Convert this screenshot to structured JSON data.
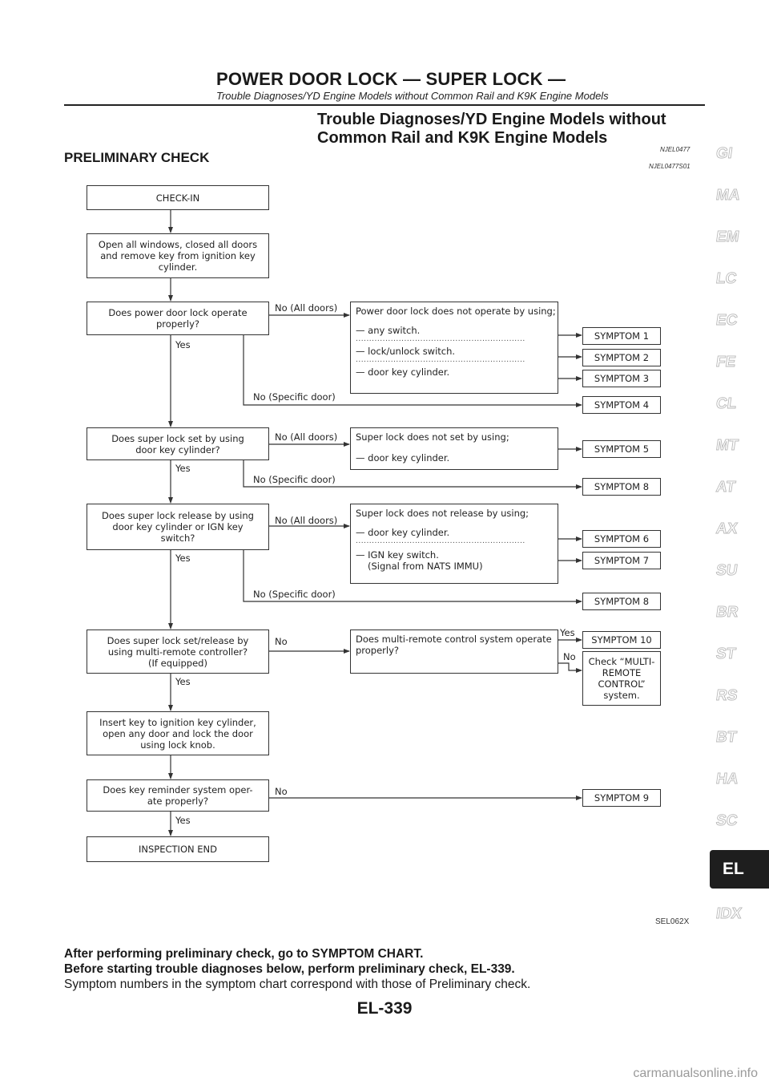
{
  "header": {
    "title": "POWER DOOR LOCK — SUPER LOCK —",
    "subtitle": "Trouble Diagnoses/YD Engine Models without Common Rail and K9K Engine Models"
  },
  "section": {
    "title_line1": "Trouble Diagnoses/YD Engine Models without",
    "title_line2": "Common Rail and K9K Engine Models",
    "code": "NJEL0477",
    "subtitle": "PRELIMINARY CHECK",
    "sub_code": "NJEL0477S01"
  },
  "side_tabs": [
    "GI",
    "MA",
    "EM",
    "LC",
    "EC",
    "FE",
    "CL",
    "MT",
    "AT",
    "AX",
    "SU",
    "BR",
    "ST",
    "RS",
    "BT",
    "HA",
    "SC",
    "EL",
    "IDX"
  ],
  "active_tab": "EL",
  "flowchart": {
    "check_in": "CHECK-IN",
    "step1": [
      "Open all windows, closed all doors",
      "and remove key from ignition key",
      "cylinder."
    ],
    "q1": [
      "Does power door lock operate",
      "properly?"
    ],
    "q1_info": {
      "head": "Power door lock does not operate by using;",
      "items": [
        "— any switch.",
        "— lock/unlock switch.",
        "— door key cylinder."
      ]
    },
    "q2": [
      "Does super lock set by using",
      "door key cylinder?"
    ],
    "q2_info": {
      "head": "Super lock does not set by using;",
      "items": [
        "— door key cylinder."
      ]
    },
    "q3": [
      "Does super lock release by using",
      "door key cylinder or IGN key",
      "switch?"
    ],
    "q3_info": {
      "head": "Super lock does not release by using;",
      "items": [
        "— door key cylinder.",
        "— IGN key switch.",
        "(Signal from NATS IMMU)"
      ]
    },
    "q4": [
      "Does super lock set/release by",
      "using multi-remote controller?",
      "(If equipped)"
    ],
    "q4_info": [
      "Does multi-remote control system operate",
      "properly?"
    ],
    "check_multi": [
      "Check “MULTI-",
      "REMOTE",
      "CONTROL”",
      "system."
    ],
    "step5": [
      "Insert key to ignition key cylinder,",
      "open any door and lock the door",
      "using lock knob."
    ],
    "q5": [
      "Does key reminder system oper-",
      "ate properly?"
    ],
    "end": "INSPECTION END",
    "labels": {
      "yes": "Yes",
      "no": "No",
      "no_all": "No (All doors)",
      "no_specific": "No (Specific door)"
    },
    "symptoms": {
      "s1": "SYMPTOM 1",
      "s2": "SYMPTOM 2",
      "s3": "SYMPTOM 3",
      "s4": "SYMPTOM 4",
      "s5": "SYMPTOM 5",
      "s6": "SYMPTOM 6",
      "s7": "SYMPTOM 7",
      "s8": "SYMPTOM 8",
      "s9": "SYMPTOM 9",
      "s10": "SYMPTOM 10"
    },
    "dots": "..............................................................."
  },
  "figure_id": "SEL062X",
  "footer": {
    "line1": "After performing preliminary check, go to SYMPTOM CHART.",
    "line2": "Before starting trouble diagnoses below, perform preliminary check, EL-339.",
    "line3": "Symptom numbers in the symptom chart correspond with those of Preliminary check."
  },
  "page_number": "EL-339",
  "watermark": "carmanualsonline.info"
}
